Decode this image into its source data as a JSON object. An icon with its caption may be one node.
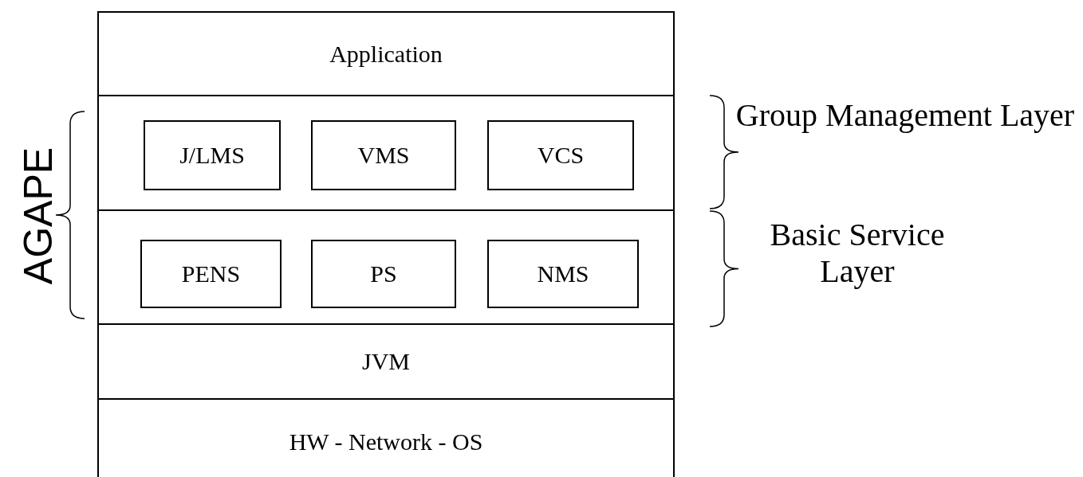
{
  "diagram": {
    "nodes": [
      {
        "text": [
          "Application"
        ]
      },
      {
        "text": [],
        "shape": "box",
        "beside": [
          "Group Management Layer"
        ]
      },
      {
        "text": [
          "J/LMS"
        ],
        "in": 1
      },
      {
        "text": [
          "VMS"
        ],
        "in": 1
      },
      {
        "text": [
          "VCS"
        ],
        "in": 1
      },
      {
        "text": [],
        "shape": "box",
        "beside": [
          "Basic Service Layer"
        ]
      },
      {
        "text": [
          "PENS"
        ],
        "in": 5
      },
      {
        "text": [
          "PS"
        ],
        "in": 5
      },
      {
        "text": [
          "NMS"
        ],
        "in": 5
      },
      {
        "text": [
          "JVM"
        ]
      },
      {
        "text": [
          "HW - Network - OS"
        ]
      }
    ],
    "labels": [
      "AGAPE"
    ]
  }
}
